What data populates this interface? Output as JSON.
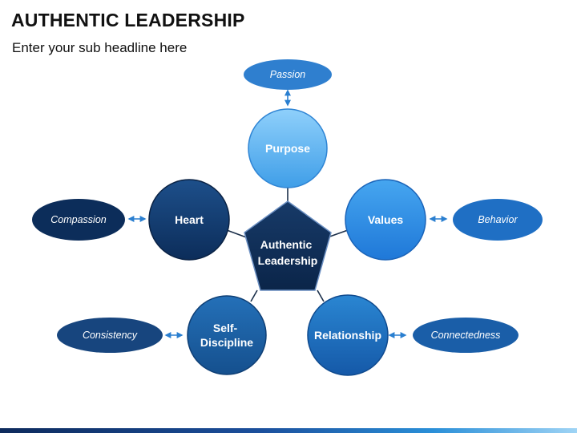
{
  "slide": {
    "title": "AUTHENTIC LEADERSHIP",
    "subtitle": "Enter your sub headline here"
  },
  "diagram": {
    "center": "Authentic Leadership",
    "center_lines": [
      "Authentic",
      "Leadership"
    ],
    "nodes": {
      "purpose": {
        "lines": [
          "Purpose"
        ],
        "related": "Passion"
      },
      "values": {
        "lines": [
          "Values"
        ],
        "related": "Behavior"
      },
      "relationship": {
        "lines": [
          "Relationship"
        ],
        "related": "Connectedness"
      },
      "self_discipline": {
        "lines": [
          "Self-",
          "Discipline"
        ],
        "related": "Consistency"
      },
      "heart": {
        "lines": [
          "Heart"
        ],
        "related": "Compassion"
      }
    }
  },
  "colors": {
    "dark_navy": "#0c2a55",
    "navy": "#1a4c8a",
    "mid_blue": "#1f6fc4",
    "bright_blue": "#2b8be0",
    "light_blue": "#63b3f2",
    "arrow": "#2a7fd0",
    "connector": "#1b2f4a"
  },
  "icons": [
    "double-arrow-icon"
  ]
}
